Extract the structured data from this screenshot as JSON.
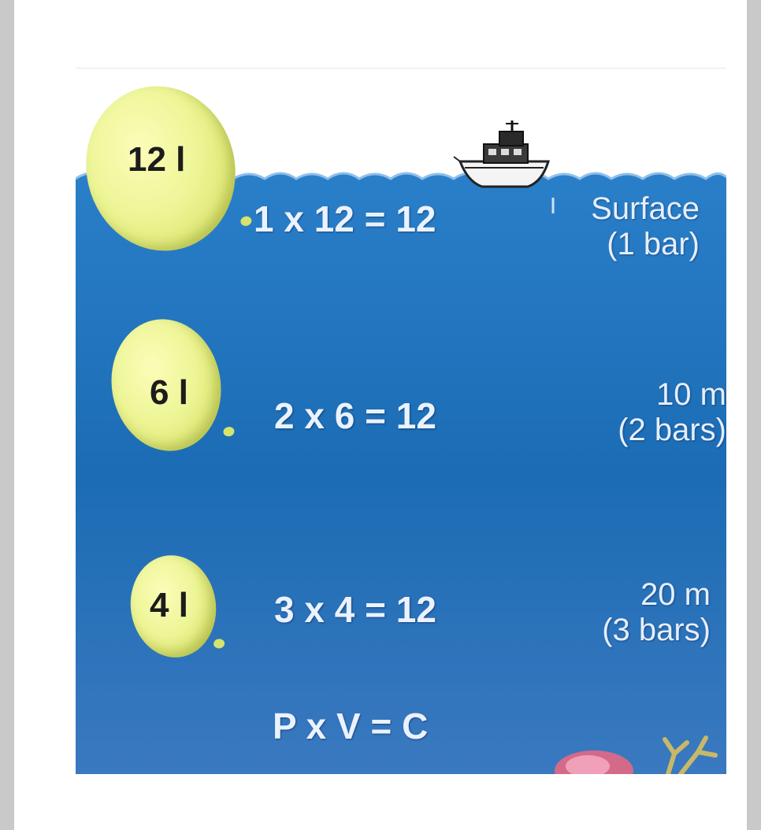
{
  "balloons": [
    {
      "label": "12 l",
      "equation": "1 x 12  = 12",
      "depth_line1": "Surface",
      "depth_line2": "(1 bar)"
    },
    {
      "label": "6 l",
      "equation": "2 x 6  = 12",
      "depth_line1": "10 m",
      "depth_line2": "(2 bars)"
    },
    {
      "label": "4 l",
      "equation": "3 x 4  = 12",
      "depth_line1": "20 m",
      "depth_line2": "(3 bars)"
    }
  ],
  "formula": "P x V = C",
  "icons": [
    "boat-icon",
    "coral-icon"
  ],
  "colors": {
    "water": "#1b6cb4",
    "water_light": "#2f86cf",
    "balloon": "#eef597",
    "text": "#eaf2ff"
  }
}
